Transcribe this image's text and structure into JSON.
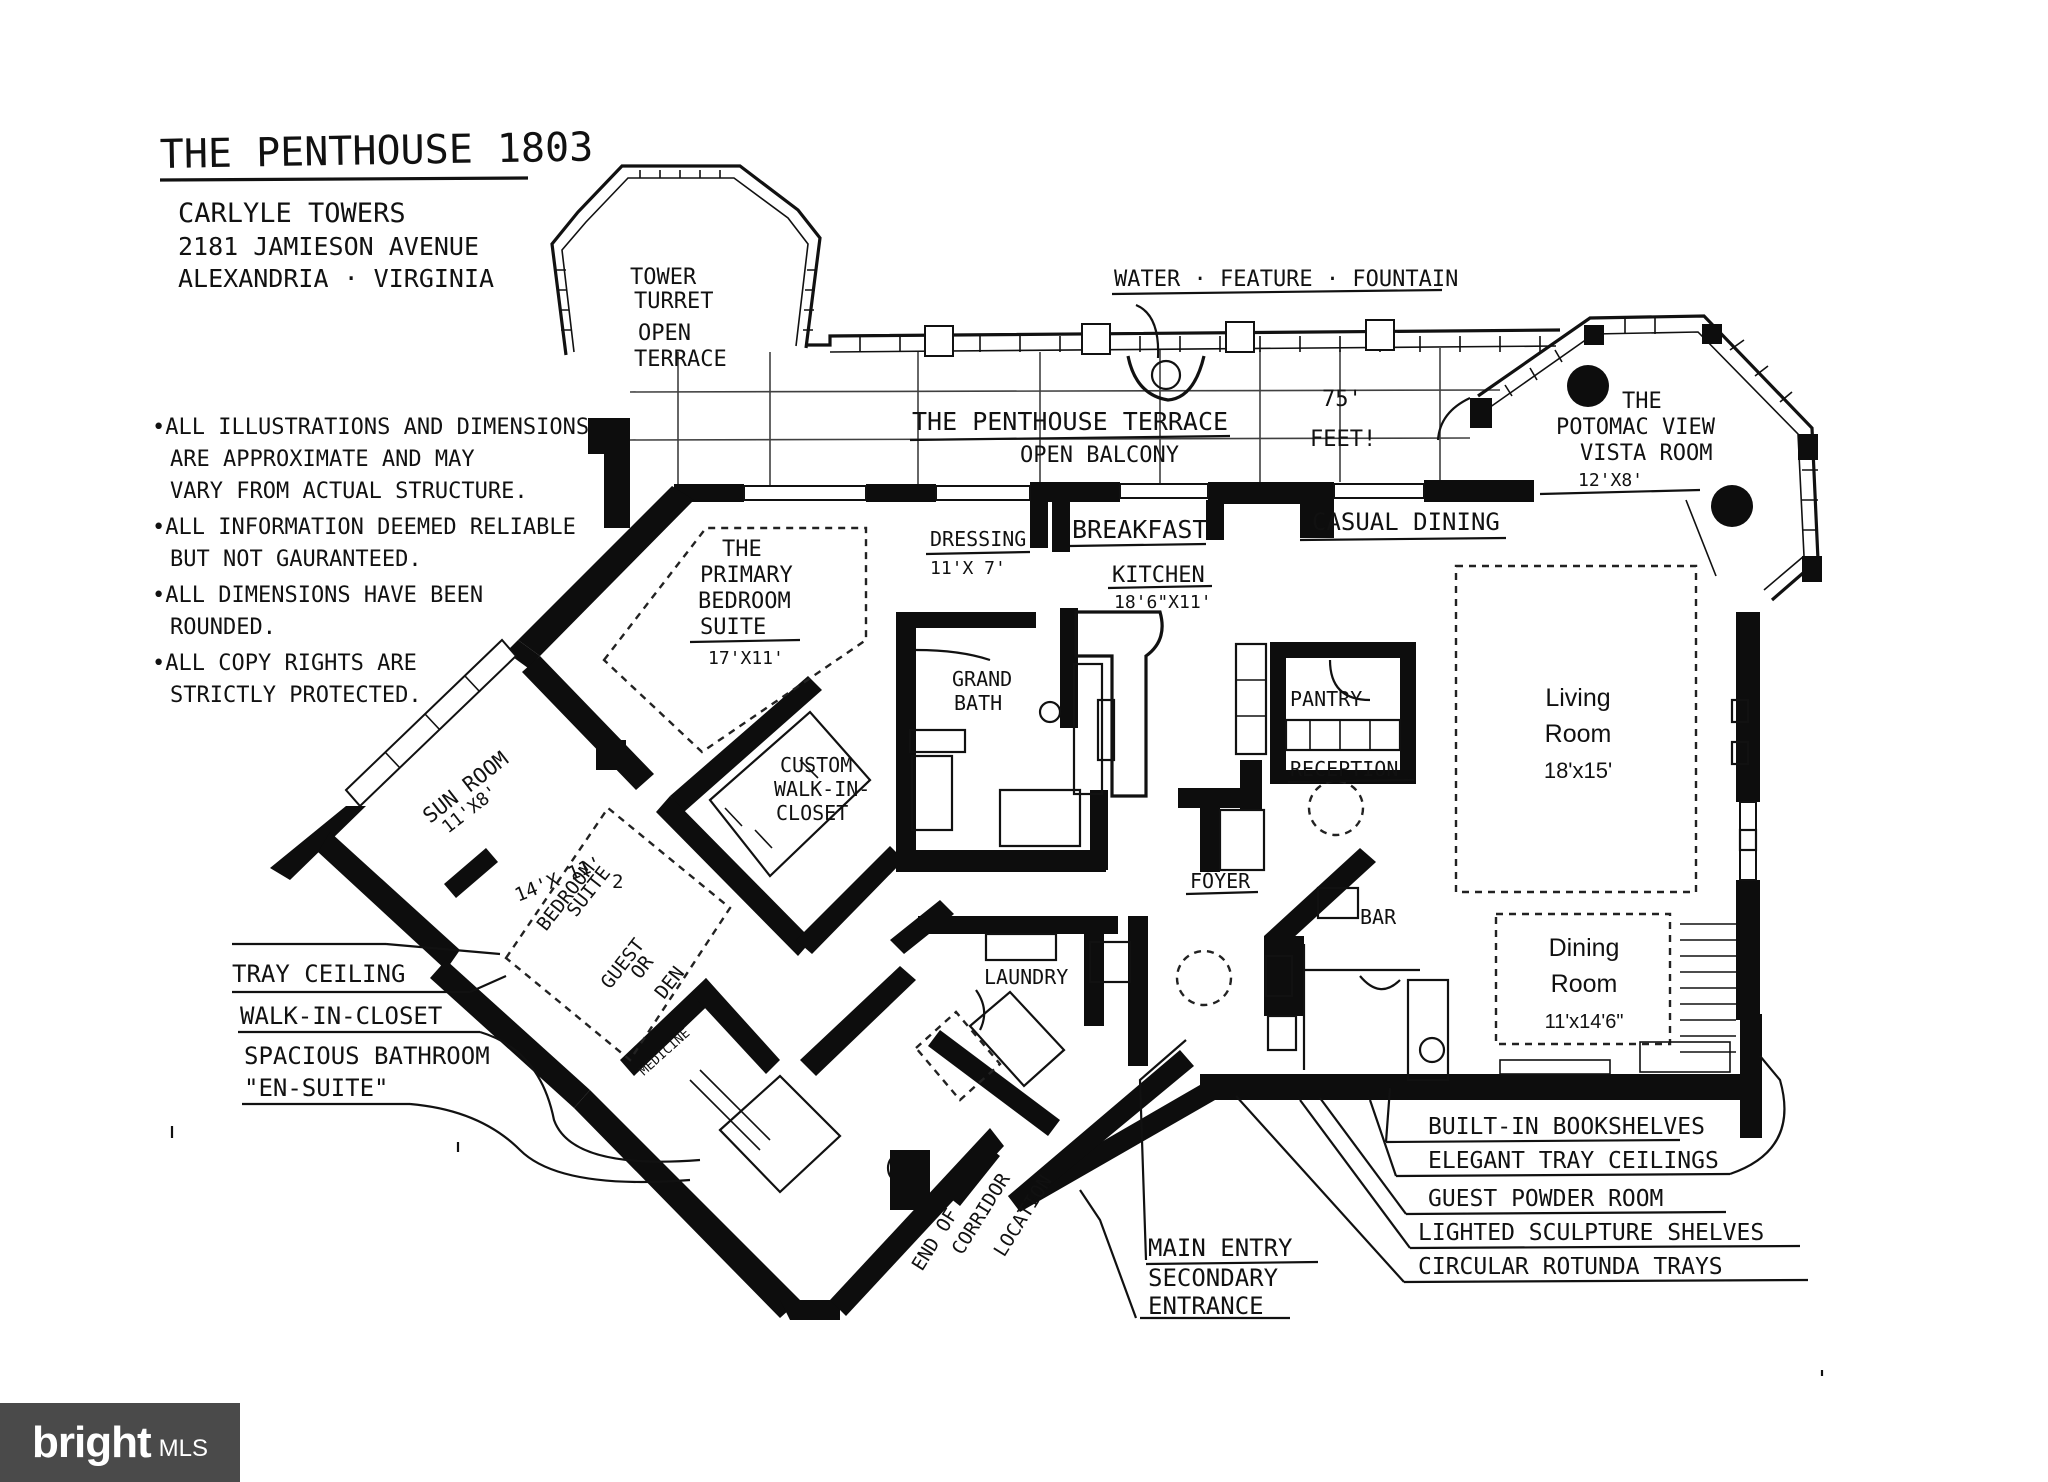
{
  "title": {
    "heading": "THE PENTHOUSE 1803",
    "building": "CARLYLE TOWERS",
    "street": "2181 JAMIESON AVENUE",
    "city": "ALEXANDRIA · VIRGINIA"
  },
  "disclaimers": [
    "•ALL ILLUSTRATIONS AND DIMENSIONS",
    "ARE APPROXIMATE AND MAY",
    "VARY FROM ACTUAL STRUCTURE.",
    "•ALL INFORMATION DEEMED RELIABLE",
    "BUT NOT GAURANTEED.",
    "•ALL DIMENSIONS HAVE BEEN",
    "ROUNDED.",
    "•ALL COPY RIGHTS ARE",
    "STRICTLY PROTECTED."
  ],
  "rooms": {
    "tower": [
      "TOWER",
      "TURRET",
      "OPEN",
      "TERRACE"
    ],
    "terrace_name": "THE PENTHOUSE TERRACE",
    "terrace_sub": "OPEN BALCONY",
    "terrace_len": [
      "75'",
      "FEET!"
    ],
    "water_feature": "WATER · FEATURE · FOUNTAIN",
    "vista": [
      "THE",
      "POTOMAC VIEW",
      "VISTA ROOM",
      "12'X8'"
    ],
    "primary": [
      "THE",
      "PRIMARY",
      "BEDROOM",
      "SUITE",
      "17'X11'"
    ],
    "dressing": "DRESSING",
    "dressing_dim": "11'X 7'",
    "breakfast": "BREAKFAST",
    "casual_dining": "CASUAL DINING",
    "kitchen": "KITCHEN",
    "kitchen_dim": "18'6\"X11'",
    "grand_bath": [
      "GRAND",
      "BATH"
    ],
    "closet": [
      "CUSTOM",
      "WALK-IN-",
      "CLOSET"
    ],
    "pantry": "PANTRY",
    "reception": "RECEPTION",
    "living": [
      "Living",
      "Room",
      "18'x15'"
    ],
    "dining": [
      "Dining",
      "Room",
      "11'x14'6\""
    ],
    "foyer": "FOYER",
    "bar": "BAR",
    "laundry": "LAUNDRY",
    "sun_room": [
      "SUN ROOM",
      "11'X8'"
    ],
    "bedroom2": [
      "14'X 11'",
      "BEDROOM",
      "SUITE",
      "2",
      "GUEST",
      "OR",
      "DEN"
    ],
    "bath_cab": "MEDICINE",
    "corridor": [
      "END OF",
      "CORRIDOR",
      "LOCATION"
    ]
  },
  "callouts_left": [
    "TRAY CEILING",
    "WALK-IN-CLOSET",
    "SPACIOUS BATHROOM",
    "\"EN-SUITE\""
  ],
  "callouts_entry": [
    "MAIN ENTRY",
    "SECONDARY",
    "ENTRANCE"
  ],
  "callouts_right": [
    "BUILT-IN BOOKSHELVES",
    "ELEGANT TRAY CEILINGS",
    "GUEST POWDER ROOM",
    "LIGHTED SCULPTURE SHELVES",
    "CIRCULAR ROTUNDA TRAYS"
  ],
  "watermark": {
    "word": "bright",
    "suffix": "MLS"
  }
}
